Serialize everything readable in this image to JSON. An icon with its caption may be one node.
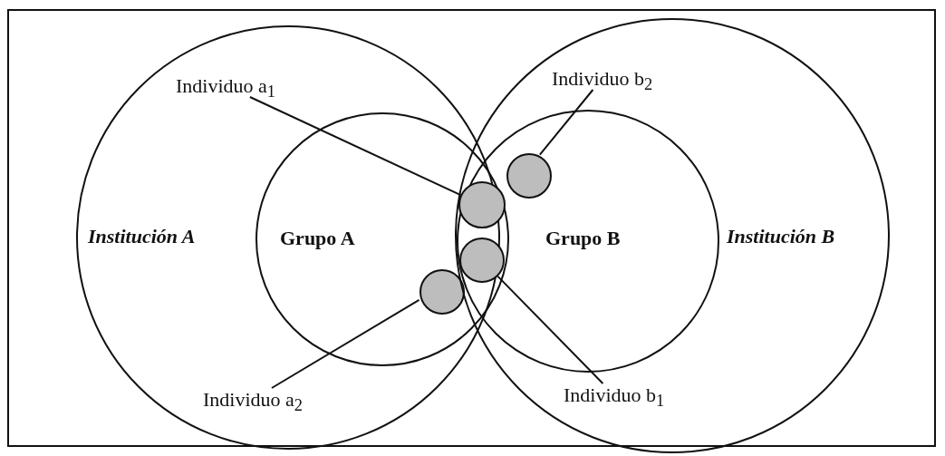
{
  "diagram": {
    "nodes": [
      {
        "text": [
          "Institución A"
        ]
      },
      {
        "text": [
          "Grupo A"
        ],
        "in": 0
      },
      {
        "text": [
          "Institución B"
        ]
      },
      {
        "text": [
          "Grupo B"
        ],
        "in": 2
      },
      {
        "text": [
          "Individuo a$_{1}$"
        ],
        "in": 0
      },
      {
        "text": [
          "Individuo b$_{2}$"
        ],
        "in": 2
      },
      {
        "text": [],
        "shape": "circle",
        "in": 3
      },
      {
        "text": [],
        "shape": "circle"
      },
      {
        "text": [],
        "shape": "circle"
      },
      {
        "text": [],
        "shape": "circle",
        "in": 1
      },
      {
        "text": [
          "Individuo a$_{2}$"
        ],
        "in": 0
      },
      {
        "text": [
          "Individuo b$_{1}$"
        ],
        "in": 2
      }
    ],
    "edges": [
      {
        "from": 4,
        "to": 7,
        "arrow": "none"
      },
      {
        "from": 5,
        "to": 6,
        "arrow": "none"
      },
      {
        "from": 10,
        "to": 9,
        "arrow": "none"
      },
      {
        "from": 11,
        "to": 8,
        "arrow": "none"
      }
    ]
  }
}
